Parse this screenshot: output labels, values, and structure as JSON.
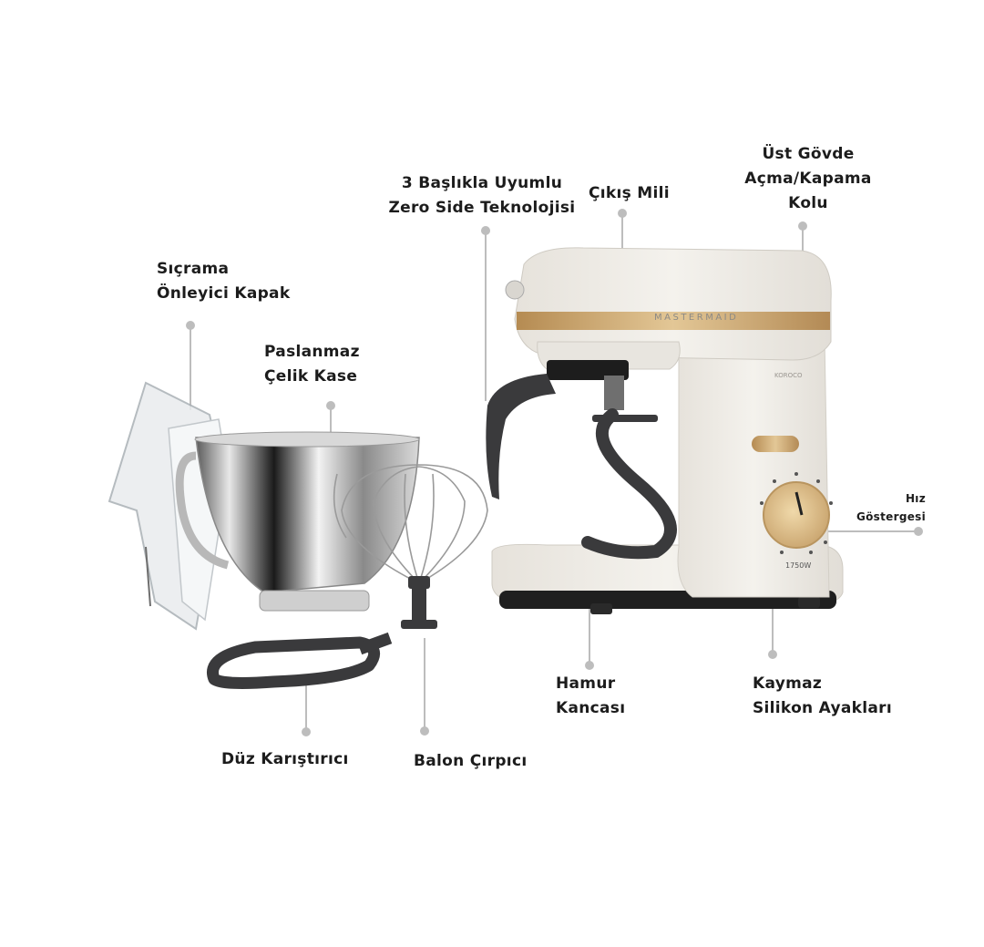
{
  "labels": {
    "splash_guard": [
      "Sıçrama",
      "Önleyici Kapak"
    ],
    "stainless_bowl": [
      "Paslanmaz",
      "Çelik Kase"
    ],
    "zero_side": [
      "3 Başlıkla Uyumlu",
      "Zero Side Teknolojisi"
    ],
    "output_shaft": [
      "Çıkış Mili"
    ],
    "head_lever": [
      "Üst Gövde",
      "Açma/Kapama",
      "Kolu"
    ],
    "speed_indicator": [
      "Hız",
      "Göstergesi"
    ],
    "dough_hook": [
      "Hamur",
      "Kancası"
    ],
    "silicone_feet": [
      "Kaymaz",
      "Silikon Ayakları"
    ],
    "flat_beater": [
      "Düz Karıştırıcı"
    ],
    "balloon_whisk": [
      "Balon Çırpıcı"
    ]
  },
  "product": {
    "brand_text": "MASTERMAID",
    "wattage_text": "1750W",
    "logo_text": "KOROCO"
  },
  "colors": {
    "body": "#efece6",
    "gold_trim": "#c9a46e",
    "dark_parts": "#3a3a3c",
    "leader_line": "#bdbdbd"
  }
}
